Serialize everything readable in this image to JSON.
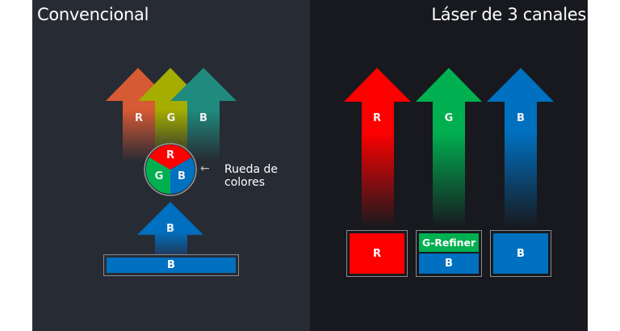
{
  "left_panel": {
    "title": "Convencional",
    "arrows": [
      {
        "label": "R",
        "color": "#d65a34"
      },
      {
        "label": "G",
        "color": "#a4ad00"
      },
      {
        "label": "B",
        "color": "#1f8a7e"
      }
    ],
    "color_wheel": {
      "segments": [
        {
          "label": "R",
          "color": "#ff0000"
        },
        {
          "label": "G",
          "color": "#00b050"
        },
        {
          "label": "B",
          "color": "#0070c0"
        }
      ],
      "pointer": "←",
      "caption": "Rueda de colores"
    },
    "source_arrow": {
      "label": "B",
      "color": "#0070c0"
    },
    "source_box": {
      "label": "B",
      "color": "#0070c0"
    }
  },
  "right_panel": {
    "title": "Láser de 3 canales",
    "arrows": [
      {
        "label": "R",
        "color": "#ff0000"
      },
      {
        "label": "G",
        "color": "#00b050"
      },
      {
        "label": "B",
        "color": "#0070c0"
      }
    ],
    "boxes": [
      {
        "label": "R",
        "color": "#ff0000"
      },
      {
        "top_label": "G-Refiner",
        "top_color": "#00b050",
        "bottom_label": "B",
        "bottom_color": "#0070c0"
      },
      {
        "label": "B",
        "color": "#0070c0"
      }
    ]
  }
}
